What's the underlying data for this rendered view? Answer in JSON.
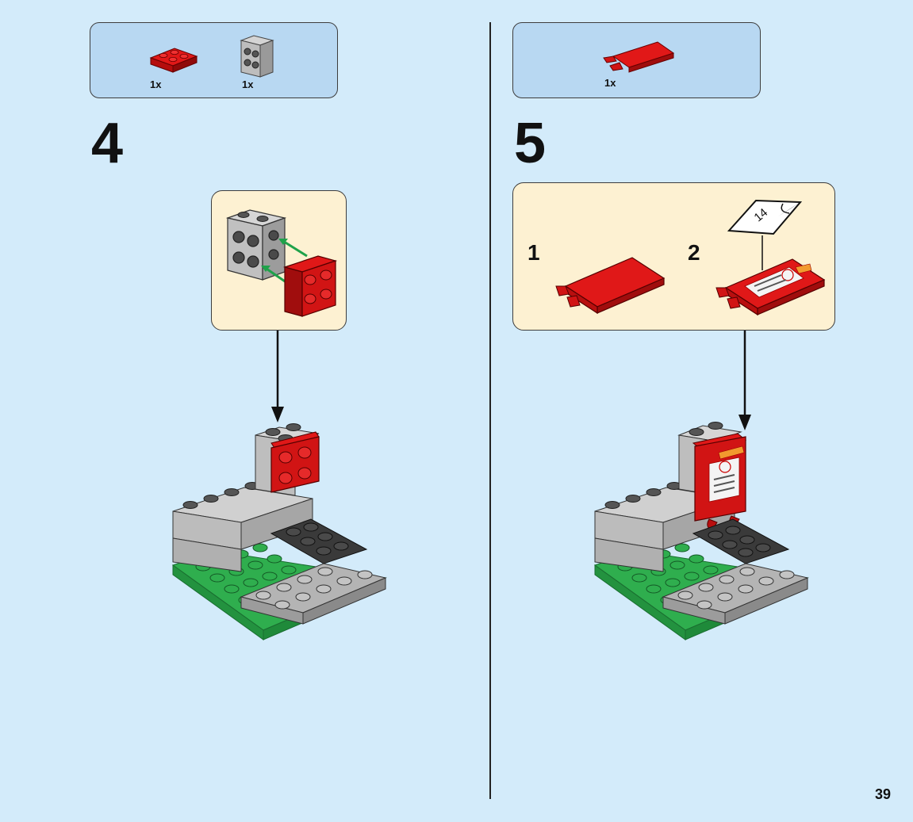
{
  "page": {
    "number": "39"
  },
  "steps": [
    {
      "number": "4",
      "parts": [
        {
          "qty": "1x",
          "part": "red-2x2-plate"
        },
        {
          "qty": "1x",
          "part": "gray-2x2-brick-with-studs-on-side"
        }
      ]
    },
    {
      "number": "5",
      "parts": [
        {
          "qty": "1x",
          "part": "red-2x3-tile-with-clips"
        }
      ],
      "substeps": [
        {
          "label": "1"
        },
        {
          "label": "2",
          "sticker_label": "14"
        }
      ]
    }
  ],
  "colors": {
    "background": "#d3ebfa",
    "parts_box": "#b8d8f2",
    "callout": "#fdf1d2",
    "red": "#d20e0e",
    "gray": "#b0b0b0",
    "dark_gray": "#3c3c3c",
    "green": "#28a84a",
    "arrow_green": "#1fa24a"
  }
}
